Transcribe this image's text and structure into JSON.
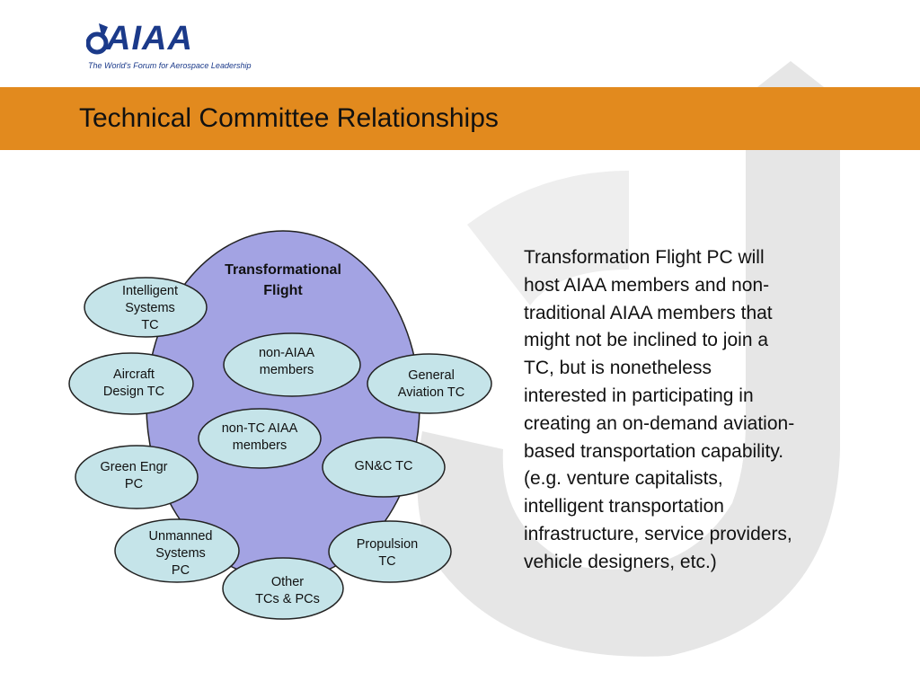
{
  "header": {
    "logo_text": "AIAA",
    "logo_tagline": "The World's Forum for Aerospace Leadership",
    "title": "Technical Committee Relationships"
  },
  "colors": {
    "title_bar": "#e28a1e",
    "main_ellipse": "#a3a3e3",
    "node_fill": "#c5e4e9",
    "logo_blue": "#1b3a8a"
  },
  "diagram": {
    "center": "Transformational\nFlight",
    "inner": {
      "non_aiaa": "non-AIAA\nmembers",
      "non_tc": "non-TC AIAA\nmembers"
    },
    "nodes": {
      "intelligent_systems": "Intelligent\nSystems\nTC",
      "aircraft_design": "Aircraft\nDesign TC",
      "green_engr": "Green Engr\nPC",
      "unmanned_systems": "Unmanned\nSystems\nPC",
      "other": "Other\nTCs & PCs",
      "propulsion": "Propulsion\nTC",
      "gnc": "GN&C  TC",
      "general_aviation": "General\nAviation TC"
    }
  },
  "body": {
    "text": "Transformation Flight PC will\nhost AIAA members and non-\ntraditional AIAA members that\nmight not be inclined to join a\nTC, but is nonetheless\ninterested in participating in\ncreating an on-demand aviation-\nbased transportation capability.\n(e.g. venture capitalists,\nintelligent transportation\ninfrastructure, service providers,\nvehicle designers, etc.)"
  }
}
